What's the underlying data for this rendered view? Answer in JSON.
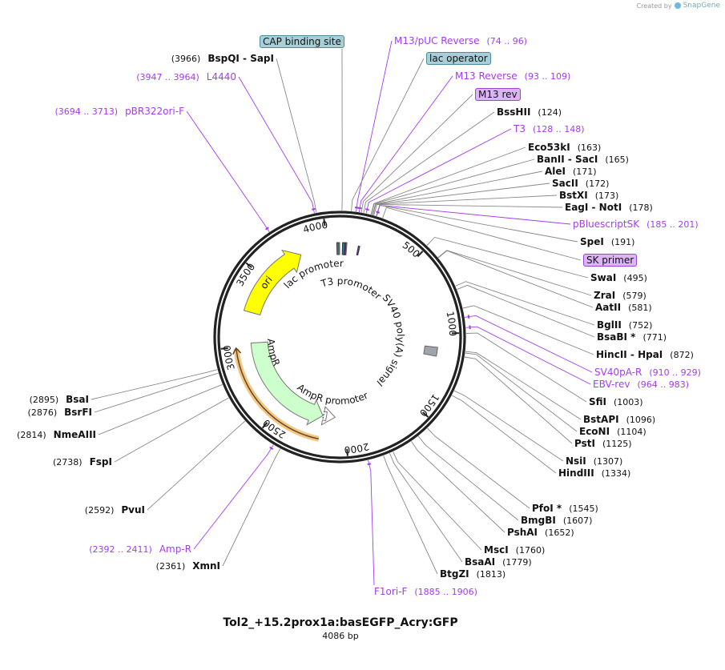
{
  "branding": {
    "created_by": "Created by",
    "name": "SnapGene"
  },
  "plasmid": {
    "name": "Tol2_+15.2prox1a:basEGFP_Acry:GFP",
    "length_label": "4086 bp",
    "length": 4086
  },
  "ticks": [
    "500",
    "1000",
    "1500",
    "2000",
    "2500",
    "3000",
    "3500",
    "4000"
  ],
  "colors": {
    "enzyme": "#111111",
    "primer": "#a33cf0",
    "ori": "#ffff00",
    "ampr": "#ccffcc",
    "amp_band": "#f5c77e",
    "polyA": "#a0a4ab",
    "feature_box": "#a8cfd8"
  },
  "map_features": [
    {
      "name": "ori",
      "start": 3240,
      "end": 3800,
      "dir": "cw",
      "color": "#ffff00"
    },
    {
      "name": "AmpR",
      "start": 3020,
      "end": 2180,
      "dir": "ccw",
      "color": "#ccffcc"
    },
    {
      "name": "AmpR promoter",
      "start": 2150,
      "end": 2080,
      "dir": "ccw",
      "color": "#ffffff"
    },
    {
      "name": "SV40 poly(A) signal",
      "start": 1090,
      "end": 1150,
      "dir": "none",
      "color": "#a0a4ab"
    },
    {
      "name": "lac promoter",
      "start": 4040,
      "end": 4070,
      "dir": "none",
      "color": "#4a8c9c"
    },
    {
      "name": "T3 promoter",
      "start": 128,
      "end": 148,
      "dir": "none",
      "color": "#a33cf0"
    }
  ],
  "labels": [
    {
      "kind": "feature",
      "name": "CAP binding site",
      "bp": 12
    },
    {
      "kind": "primer",
      "name": "M13/pUC Reverse",
      "pos": "(74 .. 96)",
      "bp": 85
    },
    {
      "kind": "feature",
      "name": "lac operator",
      "bp": 60
    },
    {
      "kind": "primer",
      "name": "M13 Reverse",
      "pos": "(93 .. 109)",
      "bp": 101
    },
    {
      "kind": "primer-box",
      "name": "M13 rev",
      "bp": 112
    },
    {
      "kind": "enzyme",
      "name": "BssHII",
      "pos": "(124)",
      "bp": 124
    },
    {
      "kind": "primer",
      "name": "T3",
      "pos": "(128 .. 148)",
      "bp": 138
    },
    {
      "kind": "enzyme",
      "name": "Eco53kI",
      "pos": "(163)",
      "bp": 163
    },
    {
      "kind": "enzyme",
      "name": "BanII  -  SacI",
      "pos": "(165)",
      "bp": 165
    },
    {
      "kind": "enzyme",
      "name": "AleI",
      "pos": "(171)",
      "bp": 171
    },
    {
      "kind": "enzyme",
      "name": "SacII",
      "pos": "(172)",
      "bp": 172
    },
    {
      "kind": "enzyme",
      "name": "BstXI",
      "pos": "(173)",
      "bp": 173
    },
    {
      "kind": "enzyme",
      "name": "EagI  -  NotI",
      "pos": "(178)",
      "bp": 178
    },
    {
      "kind": "primer",
      "name": "pBluescriptSK",
      "pos": "(185 .. 201)",
      "bp": 193
    },
    {
      "kind": "enzyme",
      "name": "SpeI",
      "pos": "(191)",
      "bp": 191
    },
    {
      "kind": "primer-box",
      "name": "SK primer",
      "bp": 225
    },
    {
      "kind": "enzyme",
      "name": "SwaI",
      "pos": "(495)",
      "bp": 495
    },
    {
      "kind": "enzyme",
      "name": "ZraI",
      "pos": "(579)",
      "bp": 579
    },
    {
      "kind": "enzyme",
      "name": "AatII",
      "pos": "(581)",
      "bp": 581
    },
    {
      "kind": "enzyme",
      "name": "BglII",
      "pos": "(752)",
      "bp": 752
    },
    {
      "kind": "enzyme",
      "name": "BsaBI *",
      "pos": "(771)",
      "bp": 771
    },
    {
      "kind": "enzyme",
      "name": "HincII  -  HpaI",
      "pos": "(872)",
      "bp": 872
    },
    {
      "kind": "primer",
      "name": "SV40pA-R",
      "pos": "(910 .. 929)",
      "bp": 920
    },
    {
      "kind": "primer",
      "name": "EBV-rev",
      "pos": "(964 .. 983)",
      "bp": 973
    },
    {
      "kind": "enzyme",
      "name": "SfiI",
      "pos": "(1003)",
      "bp": 1003
    },
    {
      "kind": "enzyme",
      "name": "BstAPI",
      "pos": "(1096)",
      "bp": 1096
    },
    {
      "kind": "enzyme",
      "name": "EcoNI",
      "pos": "(1104)",
      "bp": 1104
    },
    {
      "kind": "enzyme",
      "name": "PstI",
      "pos": "(1125)",
      "bp": 1125
    },
    {
      "kind": "enzyme",
      "name": "NsiI",
      "pos": "(1307)",
      "bp": 1307
    },
    {
      "kind": "enzyme",
      "name": "HindIII",
      "pos": "(1334)",
      "bp": 1334
    },
    {
      "kind": "enzyme",
      "name": "PfoI *",
      "pos": "(1545)",
      "bp": 1545
    },
    {
      "kind": "enzyme",
      "name": "BmgBI",
      "pos": "(1607)",
      "bp": 1607
    },
    {
      "kind": "enzyme",
      "name": "PshAI",
      "pos": "(1652)",
      "bp": 1652
    },
    {
      "kind": "enzyme",
      "name": "MscI",
      "pos": "(1760)",
      "bp": 1760
    },
    {
      "kind": "enzyme",
      "name": "BsaAI",
      "pos": "(1779)",
      "bp": 1779
    },
    {
      "kind": "enzyme",
      "name": "BtgZI",
      "pos": "(1813)",
      "bp": 1813
    },
    {
      "kind": "primer",
      "name": "F1ori-F",
      "pos": "(1885 .. 1906)",
      "bp": 1895
    },
    {
      "kind": "enzyme",
      "name": "XmnI",
      "pos": "(2361)",
      "bp": 2361
    },
    {
      "kind": "primer",
      "name": "Amp-R",
      "pos": "(2392 .. 2411)",
      "bp": 2401
    },
    {
      "kind": "enzyme",
      "name": "PvuI",
      "pos": "(2592)",
      "bp": 2592
    },
    {
      "kind": "enzyme",
      "name": "FspI",
      "pos": "(2738)",
      "bp": 2738
    },
    {
      "kind": "enzyme",
      "name": "NmeAIII",
      "pos": "(2814)",
      "bp": 2814
    },
    {
      "kind": "enzyme",
      "name": "BsrFI",
      "pos": "(2876)",
      "bp": 2876
    },
    {
      "kind": "enzyme",
      "name": "BsaI",
      "pos": "(2895)",
      "bp": 2895
    },
    {
      "kind": "primer",
      "name": "pBR322ori-F",
      "pos": "(3694 .. 3713)",
      "bp": 3703
    },
    {
      "kind": "primer",
      "name": "L4440",
      "pos": "(3947 .. 3964)",
      "bp": 3955
    },
    {
      "kind": "enzyme",
      "name": "BspQI  -  SapI",
      "pos": "(3966)",
      "bp": 3966
    }
  ]
}
